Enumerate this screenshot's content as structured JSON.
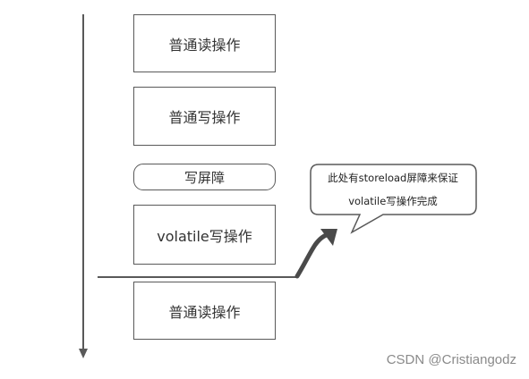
{
  "operations": [
    {
      "label": "普通读操作"
    },
    {
      "label": "普通写操作"
    },
    {
      "label": "写屏障"
    },
    {
      "label": "volatile写操作"
    },
    {
      "label": "普通读操作"
    }
  ],
  "callout": {
    "line1": "此处有storeload屏障来保证",
    "line2": "volatile写操作完成"
  },
  "watermark": "CSDN @Cristiangodz",
  "colors": {
    "stroke": "#595959",
    "text": "#333333",
    "watermark": "#8a8a8a"
  }
}
